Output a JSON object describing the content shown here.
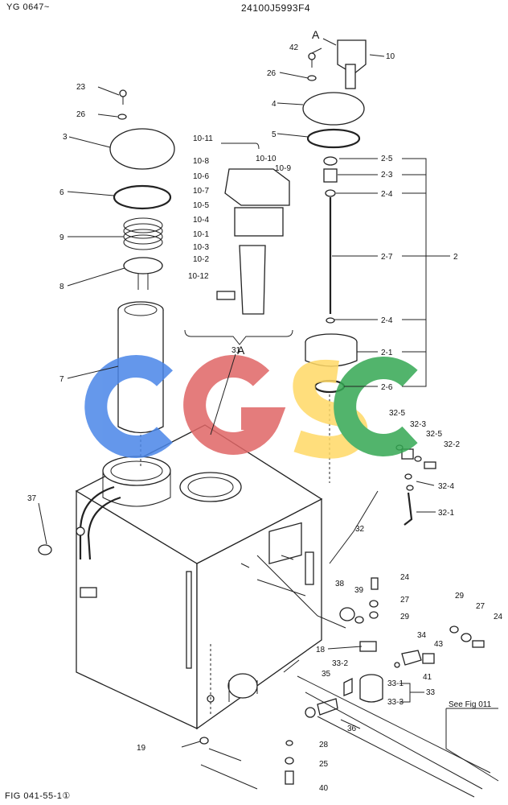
{
  "header": {
    "model": "YG 0647~",
    "doc_number": "24100J5993F4"
  },
  "footer": {
    "figure_ref": "FIG 041-55-1①"
  },
  "watermark": {
    "text": "CGSC",
    "colors": [
      "#4a86e8",
      "#e06666",
      "#ffd966",
      "#34a853"
    ]
  },
  "detail": {
    "view_label": "A",
    "view_arrow_label": "A"
  },
  "see_fig": "See Fig 011",
  "callouts": {
    "c42": "42",
    "c26a": "26",
    "c10": "10",
    "c4": "4",
    "c5": "5",
    "c23": "23",
    "c26b": "26",
    "c3": "3",
    "c6": "6",
    "c9": "9",
    "c8": "8",
    "c7": "7",
    "c10_11": "10-11",
    "c10_10": "10-10",
    "c10_8": "10-8",
    "c10_9": "10-9",
    "c10_6": "10-6",
    "c10_7": "10-7",
    "c10_5": "10-5",
    "c10_4": "10-4",
    "c10_1": "10-1",
    "c10_3": "10-3",
    "c10_2": "10-2",
    "c10_12": "10-12",
    "c2_5": "2-5",
    "c2_3": "2-3",
    "c2_4a": "2-4",
    "c2_7": "2-7",
    "c2": "2",
    "c2_4b": "2-4",
    "c2_1": "2-1",
    "c2_6": "2-6",
    "c31": "31",
    "c32_5a": "32-5",
    "c32_3": "32-3",
    "c32_5b": "32-5",
    "c32_2": "32-2",
    "c32_4": "32-4",
    "c32_1": "32-1",
    "c32": "32",
    "c37": "37",
    "c24a": "24",
    "c38": "38",
    "c39": "39",
    "c27a": "27",
    "c29a": "29",
    "c29b": "29",
    "c27b": "27",
    "c24b": "24",
    "c18": "18",
    "c34": "34",
    "c43": "43",
    "c41": "41",
    "c35": "35",
    "c33_2": "33-2",
    "c33_1": "33-1",
    "c33": "33",
    "c33_3": "33-3",
    "c36": "36",
    "c19": "19",
    "c28": "28",
    "c25": "25",
    "c40": "40"
  }
}
